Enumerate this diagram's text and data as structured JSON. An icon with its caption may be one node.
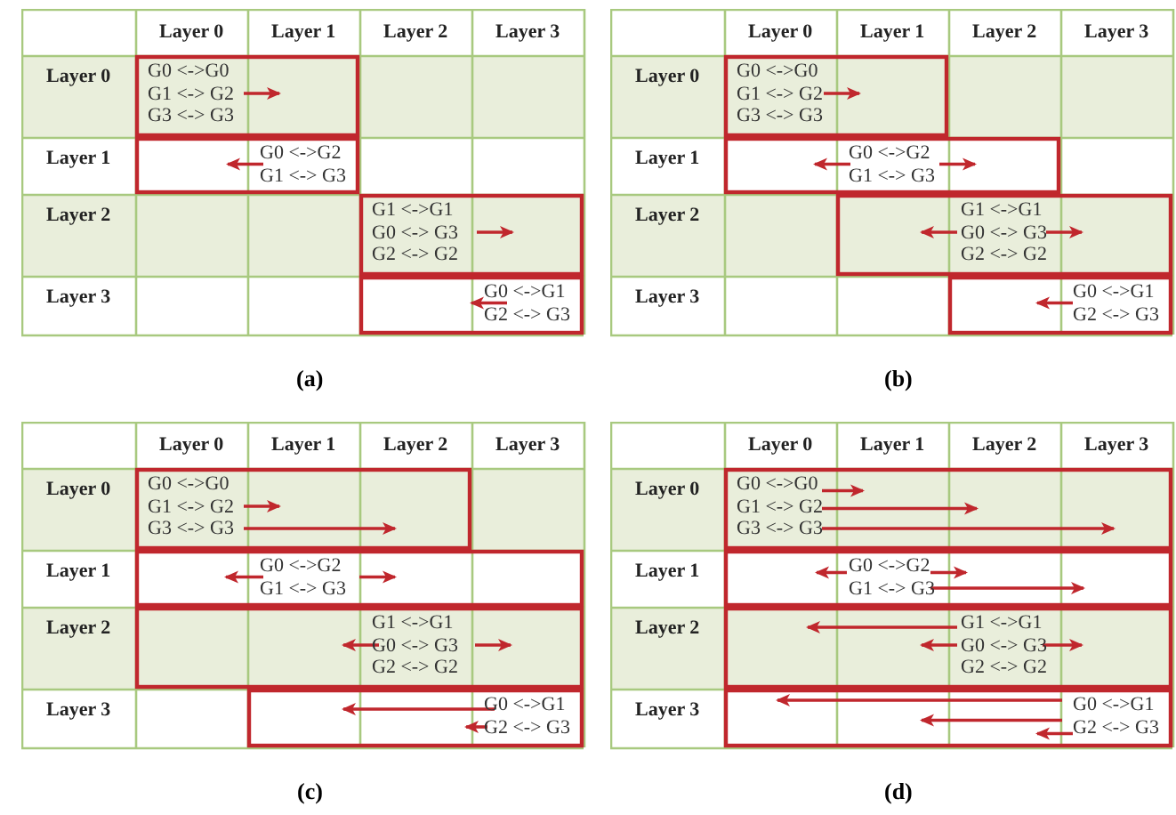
{
  "diagram": {
    "labels": [
      "Layer 0",
      "Layer 1",
      "Layer 2",
      "Layer 3",
      "Layer 0",
      "G0 <->G0",
      "G1 <-> G2",
      "G3 <-> G3",
      "Layer 1",
      "G0 <->G2",
      "G1 <-> G3",
      "Layer 2",
      "G1 <->G1",
      "G0 <-> G3",
      "G2 <-> G2",
      "Layer 3",
      "G0 <->G1",
      "G2 <-> G3",
      "(a)",
      "Layer 0",
      "Layer 1",
      "Layer 2",
      "Layer 3",
      "Layer 0",
      "G0 <->G0",
      "G1 <-> G2",
      "G3 <-> G3",
      "Layer 1",
      "G0 <->G2",
      "G1 <-> G3",
      "Layer 2",
      "G1 <->G1",
      "G0 <-> G3",
      "G2 <-> G2",
      "Layer 3",
      "G0 <->G1",
      "G2 <-> G3",
      "(b)",
      "Layer 0",
      "Layer 1",
      "Layer 2",
      "Layer 3",
      "Layer 0",
      "G0 <->G0",
      "G1 <-> G2",
      "G3 <-> G3",
      "Layer 1",
      "G0 <->G2",
      "G1 <-> G3",
      "Layer 2",
      "G1 <->G1",
      "G0 <-> G3",
      "G2 <-> G2",
      "Layer 3",
      "G0 <->G1",
      "G2 <-> G3",
      "(c)",
      "Layer 0",
      "Layer 1",
      "Layer 2",
      "Layer 3",
      "Layer 0",
      "G0 <->G0",
      "G1 <-> G2",
      "G3 <-> G3",
      "Layer 1",
      "G0 <->G2",
      "G1 <-> G3",
      "Layer 2",
      "G1 <->G1",
      "G0 <-> G3",
      "G2 <-> G2",
      "Layer 3",
      "G0 <->G1",
      "G2 <-> G3",
      "(d)"
    ]
  }
}
